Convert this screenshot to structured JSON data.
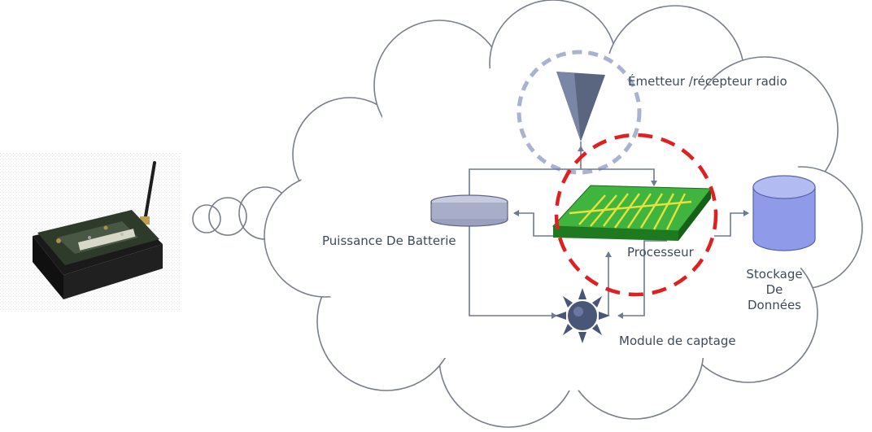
{
  "diagram": {
    "labels": {
      "radio": "Émetteur /récepteur radio",
      "battery": "Puissance De Batterie",
      "processor": "Processeur",
      "storage_line1": "Stockage",
      "storage_line2": "De",
      "storage_line3": "Données",
      "sensing": "Module de captage"
    },
    "colors": {
      "cloud_stroke": "#7a7f8c",
      "connector": "#6e7a94",
      "processor_fill": "#2f9a2f",
      "processor_traces": "#e8e23a",
      "highlight_circle": "#e02020",
      "storage_fill": "#8f9be8",
      "battery_fill": "#a9aec8",
      "radio_fill": "#5a6580",
      "radio_halo": "#9aa4c8",
      "sensor_fill": "#4a5677",
      "text": "#3d4a5c"
    },
    "icons": [
      "sensor-node-device",
      "thought-bubble",
      "antenna-cone-icon",
      "battery-icon",
      "processor-chip-icon",
      "database-cylinder-icon",
      "sensor-starburst-icon"
    ]
  }
}
